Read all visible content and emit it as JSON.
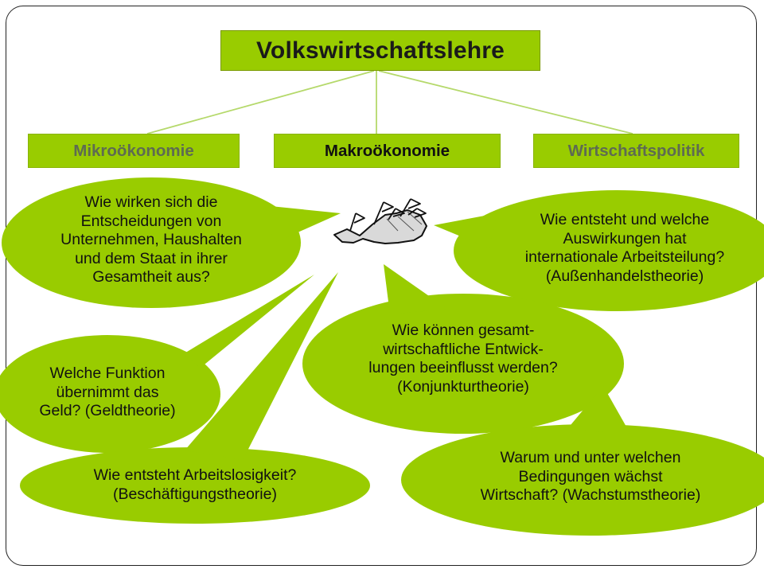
{
  "title": "Volkswirtschaftslehre",
  "categories": {
    "mikro": "Mikroökonomie",
    "makro": "Makroökonomie",
    "wirtschaftspolitik": "Wirtschaftspolitik"
  },
  "bubbles": {
    "gesamtheit": [
      "Wie wirken sich die",
      "Entscheidungen von",
      "Unternehmen, Haushalten",
      "und dem Staat in ihrer",
      "Gesamtheit aus?"
    ],
    "aussenhandel": [
      "Wie entsteht und welche",
      "Auswirkungen hat",
      "internationale Arbeitsteilung?",
      "(Außenhandelstheorie)"
    ],
    "konjunktur": [
      "Wie können gesamt-",
      "wirtschaftliche Entwick-",
      "lungen beeinflusst werden?",
      "(Konjunkturtheorie)"
    ],
    "geld": [
      "Welche Funktion",
      "übernimmt das",
      "Geld? (Geldtheorie)"
    ],
    "arbeitslosigkeit": [
      "Wie entsteht Arbeitslosigkeit?",
      "(Beschäftigungstheorie)"
    ],
    "wachstum": [
      "Warum und unter welchen",
      "Bedingungen wächst",
      "Wirtschaft? (Wachstumstheorie)"
    ]
  },
  "colors": {
    "green": "#99cc00",
    "connector": "#b5d96b",
    "text": "#111111",
    "dimmed_text": "#5e6b52"
  }
}
